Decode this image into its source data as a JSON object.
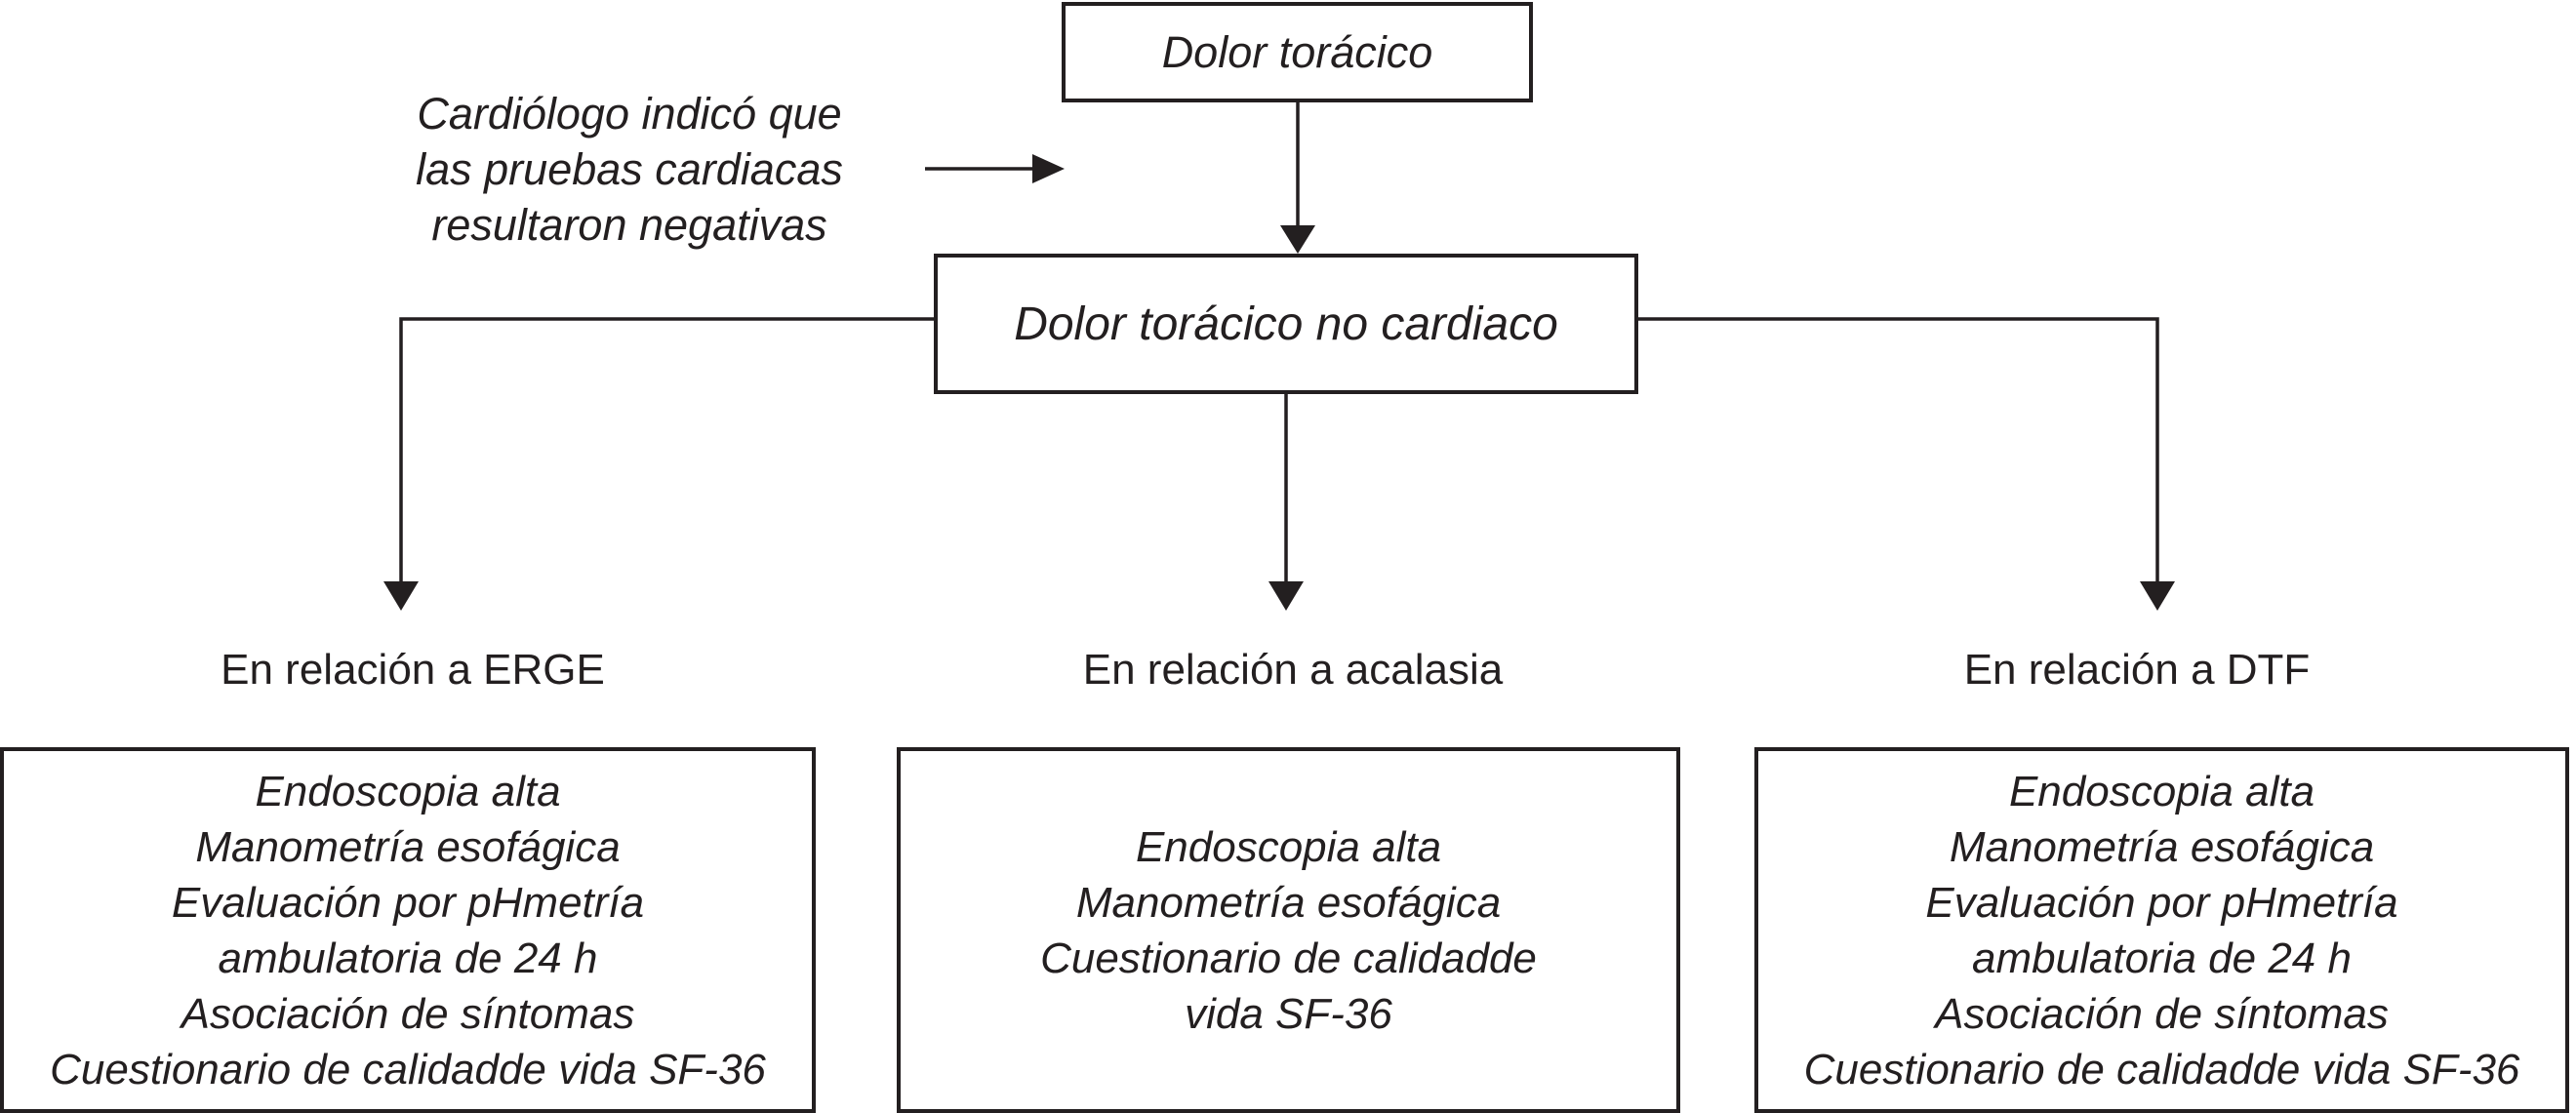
{
  "top_node": {
    "label": "Dolor torácico"
  },
  "side_note": {
    "lines": [
      "Cardiólogo indicó que",
      "las pruebas cardiacas",
      "resultaron negativas"
    ]
  },
  "middle_node": {
    "label": "Dolor torácico no cardiaco"
  },
  "branches": [
    {
      "heading": "En relación a ERGE",
      "items": [
        "Endoscopia alta",
        "Manometría esofágica",
        "Evaluación por pHmetría",
        "ambulatoria de 24 h",
        "Asociación de síntomas",
        "Cuestionario de calidadde vida SF-36"
      ]
    },
    {
      "heading": "En relación a acalasia",
      "items": [
        "Endoscopia alta",
        "Manometría esofágica",
        "Cuestionario de calidadde",
        "vida SF-36"
      ]
    },
    {
      "heading": "En relación a DTF",
      "items": [
        "Endoscopia alta",
        "Manometría esofágica",
        "Evaluación por pHmetría",
        "ambulatoria de 24 h",
        "Asociación de síntomas",
        "Cuestionario de calidadde vida SF-36"
      ]
    }
  ]
}
